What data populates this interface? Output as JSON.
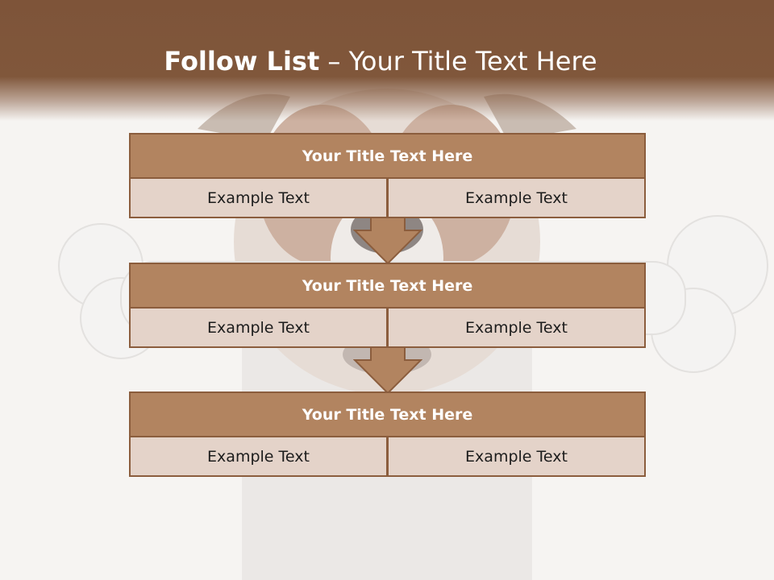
{
  "header": {
    "title_bold": "Follow List",
    "title_rest": "– Your Title Text Here"
  },
  "blocks": [
    {
      "title": "Your Title Text Here",
      "left": "Example Text",
      "right": "Example Text"
    },
    {
      "title": "Your Title Text Here",
      "left": "Example Text",
      "right": "Example Text"
    },
    {
      "title": "Your Title Text Here",
      "left": "Example Text",
      "right": "Example Text"
    }
  ],
  "colors": {
    "header_brown": "#7e5439",
    "block_title": "#b28460",
    "block_cell": "#e4d3c9",
    "border": "#8b5d3d"
  }
}
